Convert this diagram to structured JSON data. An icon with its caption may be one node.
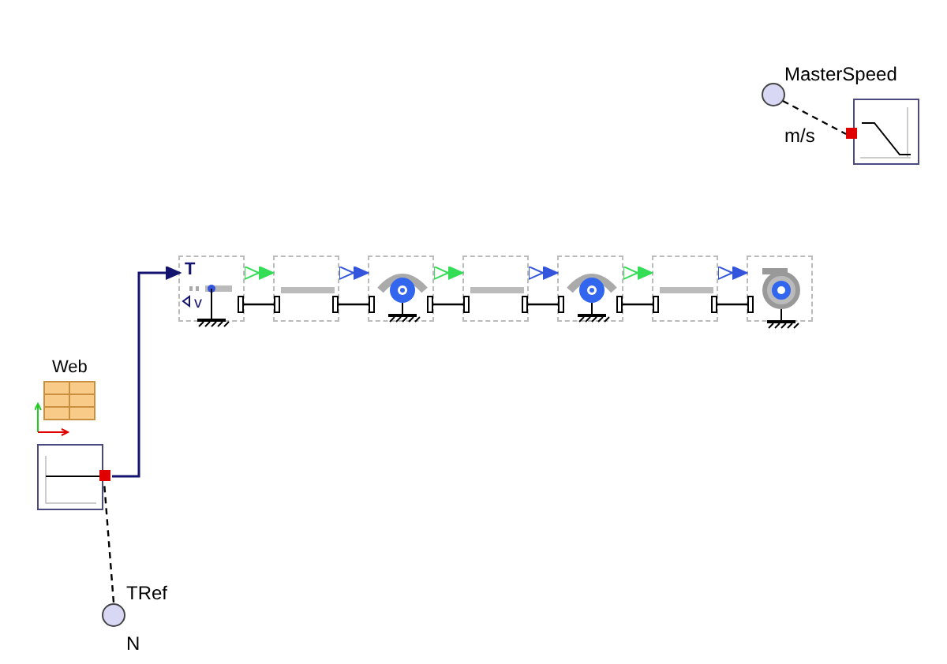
{
  "diagram": {
    "nodes": [
      {
        "text": [
          "MasterSpeed"
        ],
        "beside": [
          "m/s"
        ]
      },
      {
        "text": [],
        "shape": "box"
      },
      {
        "text": [
          "T",
          "v"
        ]
      },
      {
        "text": [],
        "shape": "box"
      },
      {
        "text": [],
        "shape": "box"
      },
      {
        "text": [],
        "shape": "box"
      },
      {
        "text": [],
        "shape": "box"
      },
      {
        "text": [],
        "shape": "box"
      },
      {
        "text": [],
        "shape": "box"
      },
      {
        "text": [
          "Web"
        ]
      },
      {
        "text": [],
        "shape": "box"
      },
      {
        "text": [
          "TRef"
        ],
        "beside": [
          "N"
        ]
      }
    ],
    "edges": [
      {
        "from": 0,
        "to": 1,
        "arrow": "none",
        "style": "dashed",
        "color": "#000000"
      },
      {
        "from": 10,
        "to": 2,
        "arrow": "to",
        "color": "#141470"
      },
      {
        "from": 2,
        "to": 3,
        "arrow": "to",
        "color": "#33dd55"
      },
      {
        "from": 3,
        "to": 4,
        "arrow": "to",
        "color": "#3355dd"
      },
      {
        "from": 4,
        "to": 5,
        "arrow": "to",
        "color": "#33dd55"
      },
      {
        "from": 5,
        "to": 6,
        "arrow": "to",
        "color": "#3355dd"
      },
      {
        "from": 6,
        "to": 7,
        "arrow": "to",
        "color": "#33dd55"
      },
      {
        "from": 7,
        "to": 8,
        "arrow": "to",
        "color": "#3355dd"
      },
      {
        "from": 11,
        "to": 10,
        "arrow": "none",
        "style": "dashed",
        "color": "#000000"
      },
      {
        "from": 2,
        "to": 3,
        "arrow": "other",
        "color": "#000000"
      },
      {
        "from": 3,
        "to": 4,
        "arrow": "other",
        "color": "#000000"
      },
      {
        "from": 4,
        "to": 5,
        "arrow": "other",
        "color": "#000000"
      },
      {
        "from": 5,
        "to": 6,
        "arrow": "other",
        "color": "#000000"
      },
      {
        "from": 6,
        "to": 7,
        "arrow": "other",
        "color": "#000000"
      },
      {
        "from": 7,
        "to": 8,
        "arrow": "other",
        "color": "#000000"
      }
    ]
  }
}
